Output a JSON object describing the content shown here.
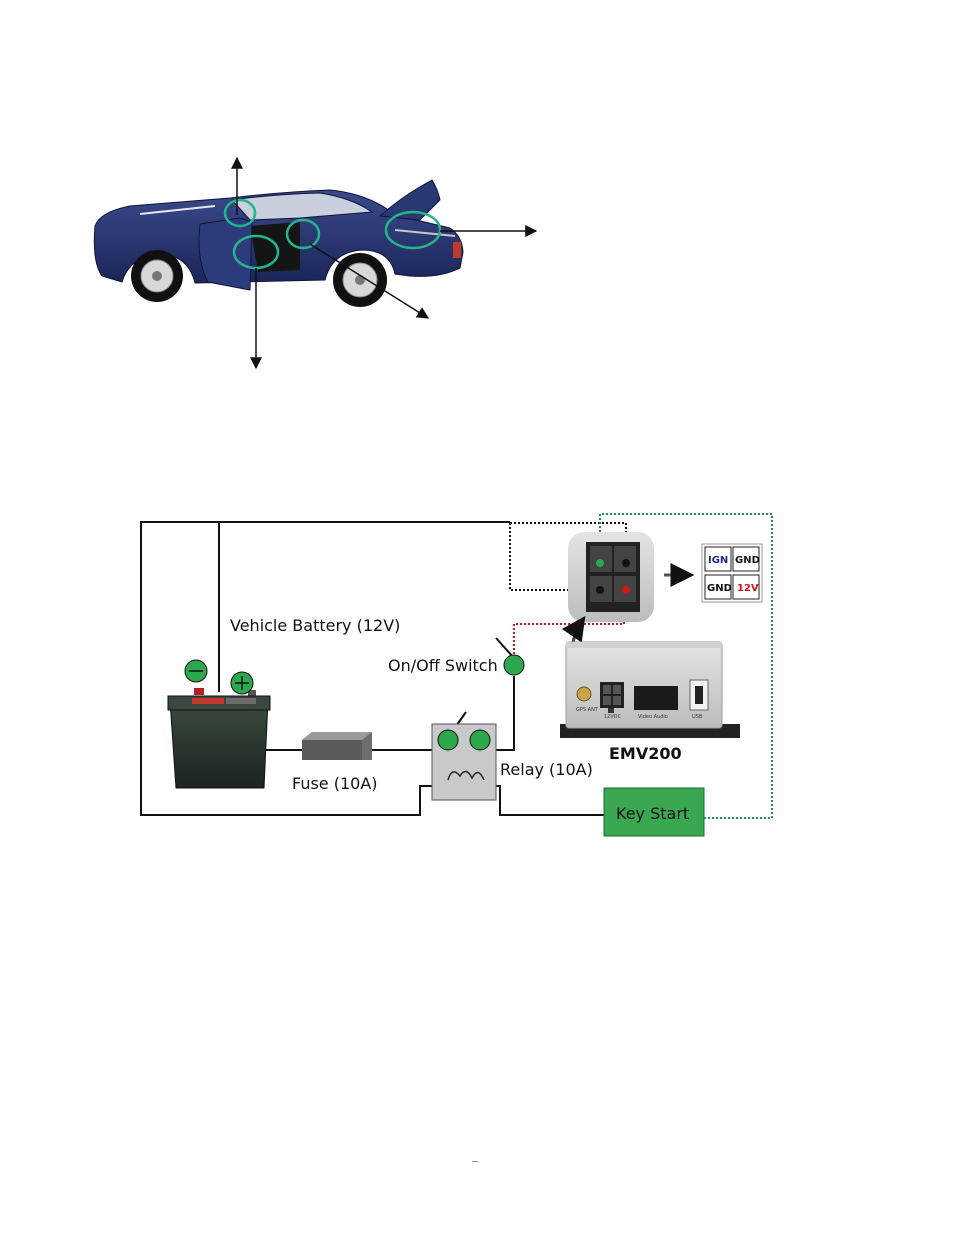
{
  "wiring": {
    "battery_label": "Vehicle Battery (12V)",
    "switch_label": "On/Off Switch",
    "fuse_label": "Fuse (10A)",
    "relay_label": "Relay (10A)",
    "device_label": "EMV200",
    "key_start_label": "Key Start",
    "connector_pins": {
      "ign": "IGN",
      "gnd_top": "GND",
      "gnd_bottom": "GND",
      "v12": "12V"
    },
    "device_ports": [
      "GPS ANT",
      "12VDC",
      "Video Audio",
      "USB"
    ]
  },
  "colors": {
    "terminal_green": "#2ea84e",
    "key_start_green": "#3aa850",
    "wire_black": "#111111",
    "wire_red_dotted": "#d0161d",
    "wire_green_dotted": "#2a8f45",
    "car_blue": "#22306a",
    "ign_text": "#1a2a8c",
    "v12_text": "#d0161d"
  },
  "footer": {
    "page_mark": "_"
  }
}
